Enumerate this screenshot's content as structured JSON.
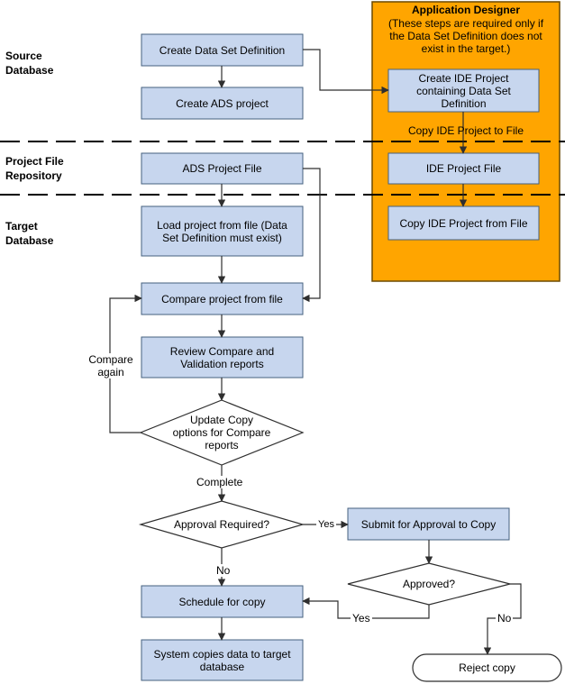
{
  "lanes": {
    "source": "Source\nDatabase",
    "repository": "Project File\nRepository",
    "target": "Target\nDatabase"
  },
  "app_designer": {
    "title": "Application Designer",
    "note": "(These steps are required only if\nthe Data Set Definition does not\nexist in the target.)"
  },
  "nodes": {
    "create_dsd": "Create Data Set Definition",
    "create_ads": "Create ADS project",
    "ads_file": "ADS Project File",
    "load_project": "Load project from file (Data\nSet Definition must exist)",
    "compare_project": "Compare project from file",
    "review_reports": "Review Compare and\nValidation reports",
    "update_options": "Update Copy\noptions for Compare\nreports",
    "approval_required": "Approval Required?",
    "submit_approval": "Submit for Approval to Copy",
    "approved": "Approved?",
    "schedule": "Schedule for copy",
    "system_copies": "System copies data to target\ndatabase",
    "reject": "Reject copy",
    "create_ide": "Create IDE Project\ncontaining Data Set\nDefinition",
    "ide_file": "IDE Project File",
    "copy_ide": "Copy IDE Project from File"
  },
  "edge_labels": {
    "copy_to_file": "Copy IDE Project to File",
    "compare_again": "Compare\nagain",
    "complete": "Complete",
    "yes_submit": "Yes",
    "no_schedule": "No",
    "yes_approved": "Yes",
    "no_reject": "No"
  },
  "colors": {
    "process_fill": "#c7d6ee",
    "process_stroke": "#45607f",
    "panel_fill": "#ffa500",
    "panel_stroke": "#6b4a00",
    "line": "#2f2f2f"
  }
}
